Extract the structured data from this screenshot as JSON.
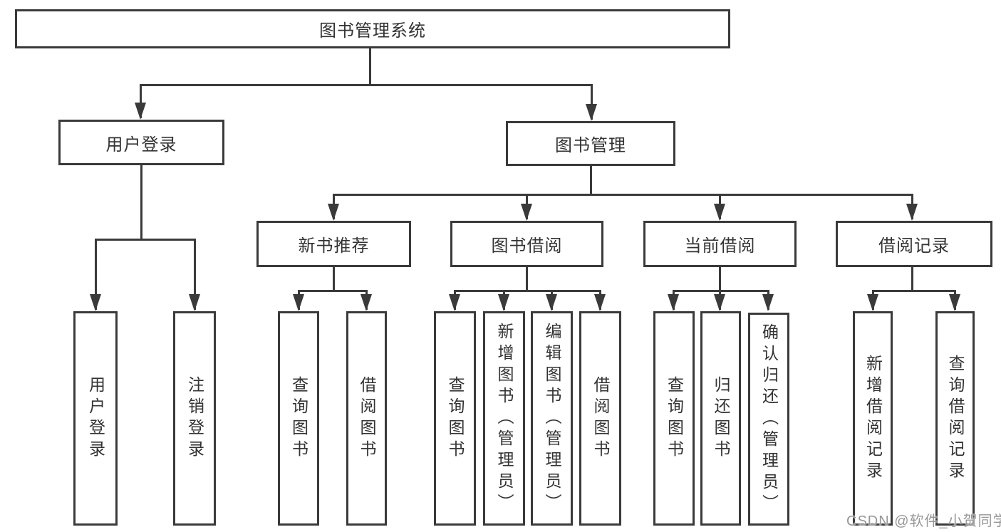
{
  "diagram": {
    "nodes": {
      "root": "图书管理系统",
      "user_login": "用户登录",
      "book_mgmt": "图书管理",
      "new_book": "新书推荐",
      "book_borrow": "图书借阅",
      "current_borrow": "当前借阅",
      "borrow_records": "借阅记录",
      "leaf_user_login": "用户登录",
      "leaf_logout": "注销登录",
      "leaf_nb_query": "查询图书",
      "leaf_nb_borrow": "借阅图书",
      "leaf_bb_query": "查询图书",
      "leaf_bb_add": "新增图书（管理员）",
      "leaf_bb_edit": "编辑图书（管理员）",
      "leaf_bb_borrow": "借阅图书",
      "leaf_cb_query": "查询图书",
      "leaf_cb_return": "归还图书",
      "leaf_cb_confirm": "确认归还（管理员）",
      "leaf_br_add": "新增借阅记录",
      "leaf_br_query": "查询借阅记录"
    },
    "watermark": "CSDN @软件_小贺同学",
    "colors": {
      "line": "#3a3a3a",
      "text": "#333333",
      "background": "#ffffff",
      "watermark": "#979797"
    }
  }
}
